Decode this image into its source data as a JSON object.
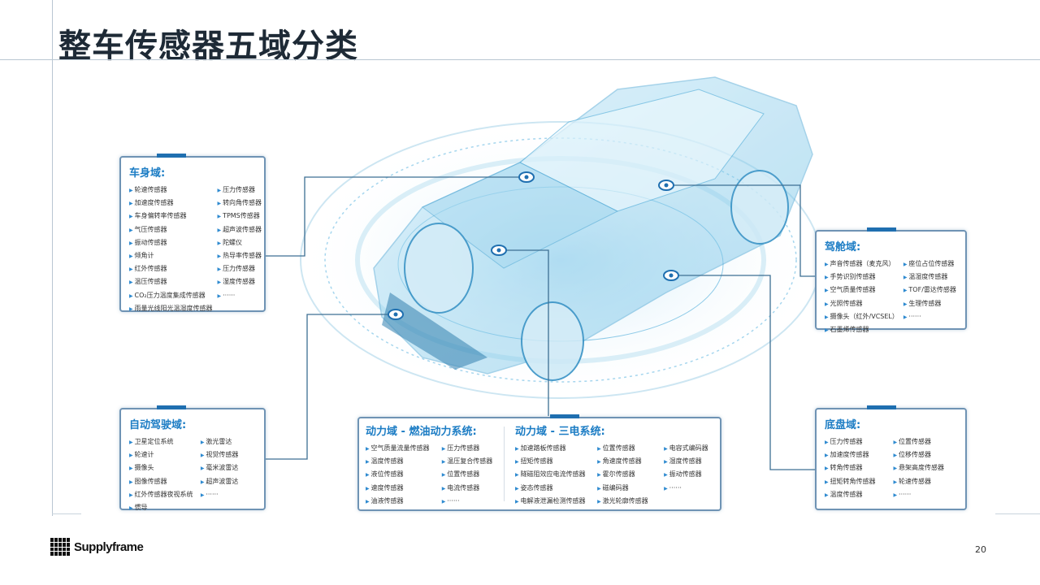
{
  "title": "整车传感器五域分类",
  "page_number": "20",
  "brand": "Supplyframe",
  "colors": {
    "accent": "#1b7cc4",
    "connector": "#3d6f93",
    "title": "#1e2a36"
  },
  "body_domain": {
    "heading": "车身域:",
    "left": [
      "轮速传感器",
      "加速度传感器",
      "车身偏转率传感器",
      "气压传感器",
      "振动传感器",
      "倾角计",
      "红外传感器",
      "温压传感器",
      "CO₂压力温度集成传感器",
      "雨量光线阳光温湿度传感器"
    ],
    "right": [
      "压力传感器",
      "转向角传感器",
      "TPMS传感器",
      "超声波传感器",
      "陀螺仪",
      "热导率传感器",
      "压力传感器",
      "湿度传感器",
      "······"
    ]
  },
  "cockpit_domain": {
    "heading": "驾舱域:",
    "left": [
      "声音传感器（麦克风）",
      "手势识别传感器",
      "空气质量传感器",
      "光照传感器",
      "摄像头（红外/VCSEL）",
      "石墨烯传感器"
    ],
    "right": [
      "座位占位传感器",
      "温湿度传感器",
      "TOF/雷达传感器",
      "生理传感器",
      "······"
    ]
  },
  "autonomous_domain": {
    "heading": "自动驾驶域:",
    "left": [
      "卫星定位系统",
      "轮速计",
      "摄像头",
      "图像传感器",
      "红外传感器夜视系统",
      "惯导"
    ],
    "right": [
      "激光雷达",
      "视觉传感器",
      "毫米波雷达",
      "超声波雷达",
      "······"
    ]
  },
  "power_domain": {
    "fuel_heading": "动力域 - 燃油动力系统:",
    "fuel_left": [
      "空气质量流量传感器",
      "温度传感器",
      "液位传感器",
      "速度传感器",
      "油液传感器"
    ],
    "fuel_right": [
      "压力传感器",
      "温压复合传感器",
      "位置传感器",
      "电流传感器",
      "······"
    ],
    "ev_heading": "动力域 - 三电系统:",
    "ev_col1": [
      "加速踏板传感器",
      "扭矩传感器",
      "隧磁阻效应电流传感器",
      "姿态传感器",
      "电解液泄漏检测传感器"
    ],
    "ev_col2": [
      "位置传感器",
      "角速度传感器",
      "霍尔传感器",
      "磁编码器",
      "激光轮廓传感器"
    ],
    "ev_col3": [
      "电容式编码器",
      "湿度传感器",
      "振动传感器",
      "······"
    ]
  },
  "chassis_domain": {
    "heading": "底盘域:",
    "left": [
      "压力传感器",
      "加速度传感器",
      "转角传感器",
      "扭矩转角传感器",
      "温度传感器"
    ],
    "right": [
      "位置传感器",
      "位移传感器",
      "悬架高度传感器",
      "轮速传感器",
      "······"
    ]
  }
}
